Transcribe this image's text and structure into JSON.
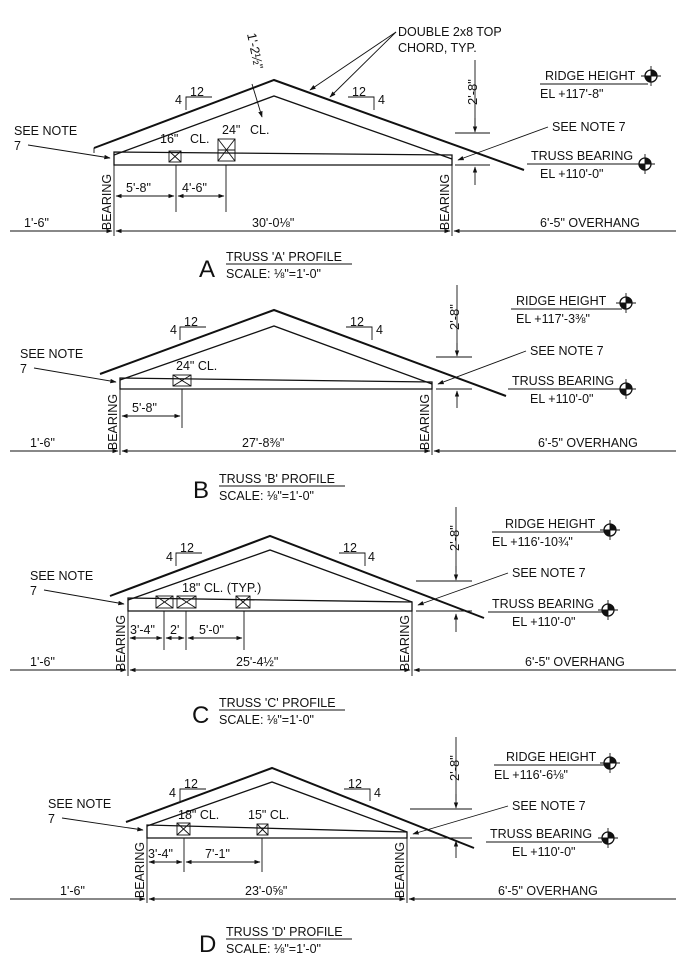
{
  "top_callout": {
    "dim": "1'-2½\"",
    "chord_line1": "DOUBLE 2x8 TOP",
    "chord_line2": "CHORD, TYP."
  },
  "trusses": [
    {
      "letter": "A",
      "title": "TRUSS 'A' PROFILE",
      "scale": "SCALE: ⅛\"=1'-0\"",
      "ridge_label": "RIDGE HEIGHT",
      "ridge_el": "EL +117'-8\"",
      "bearing_label": "TRUSS BEARING",
      "bearing_el": "EL +110'-0\"",
      "see_note": "SEE NOTE",
      "see_note_num": "7",
      "see_note_7": "SEE NOTE 7",
      "heel": "2'-8\"",
      "pitch_rise": "4",
      "pitch_run": "12",
      "span": "30'-0⅛\"",
      "left_overhang": "1'-6\"",
      "right_overhang": "6'-5\" OVERHANG",
      "bearing": "BEARING",
      "dims": [
        "5'-8\"",
        "4'-6\""
      ],
      "clearances": [
        "16\"",
        "CL.",
        "24\"",
        "CL."
      ]
    },
    {
      "letter": "B",
      "title": "TRUSS 'B' PROFILE",
      "scale": "SCALE: ⅛\"=1'-0\"",
      "ridge_label": "RIDGE HEIGHT",
      "ridge_el": "EL +117'-3⅜\"",
      "bearing_label": "TRUSS BEARING",
      "bearing_el": "EL +110'-0\"",
      "see_note": "SEE NOTE",
      "see_note_num": "7",
      "see_note_7": "SEE NOTE 7",
      "heel": "2'-8\"",
      "pitch_rise": "4",
      "pitch_run": "12",
      "span": "27'-8⅜\"",
      "left_overhang": "1'-6\"",
      "right_overhang": "6'-5\" OVERHANG",
      "bearing": "BEARING",
      "dims": [
        "5'-8\""
      ],
      "clearances": [
        "24\" CL."
      ]
    },
    {
      "letter": "C",
      "title": "TRUSS 'C' PROFILE",
      "scale": "SCALE: ⅛\"=1'-0\"",
      "ridge_label": "RIDGE HEIGHT",
      "ridge_el": "EL +116'-10¾\"",
      "bearing_label": "TRUSS BEARING",
      "bearing_el": "EL +110'-0\"",
      "see_note": "SEE NOTE",
      "see_note_num": "7",
      "see_note_7": "SEE NOTE 7",
      "heel": "2'-8\"",
      "pitch_rise": "4",
      "pitch_run": "12",
      "span": "25'-4½\"",
      "left_overhang": "1'-6\"",
      "right_overhang": "6'-5\" OVERHANG",
      "bearing": "BEARING",
      "dims": [
        "3'-4\"",
        "2'",
        "5'-0\""
      ],
      "clearances": [
        "18\" CL. (TYP.)"
      ]
    },
    {
      "letter": "D",
      "title": "TRUSS 'D' PROFILE",
      "scale": "SCALE: ⅛\"=1'-0\"",
      "ridge_label": "RIDGE HEIGHT",
      "ridge_el": "EL +116'-6⅛\"",
      "bearing_label": "TRUSS BEARING",
      "bearing_el": "EL +110'-0\"",
      "see_note": "SEE NOTE",
      "see_note_num": "7",
      "see_note_7": "SEE NOTE 7",
      "heel": "2'-8\"",
      "pitch_rise": "4",
      "pitch_run": "12",
      "span": "23'-0⅝\"",
      "left_overhang": "1'-6\"",
      "right_overhang": "6'-5\" OVERHANG",
      "bearing": "BEARING",
      "dims": [
        "3'-4\"",
        "7'-1\""
      ],
      "clearances": [
        "18\" CL.",
        "15\" CL."
      ]
    }
  ]
}
